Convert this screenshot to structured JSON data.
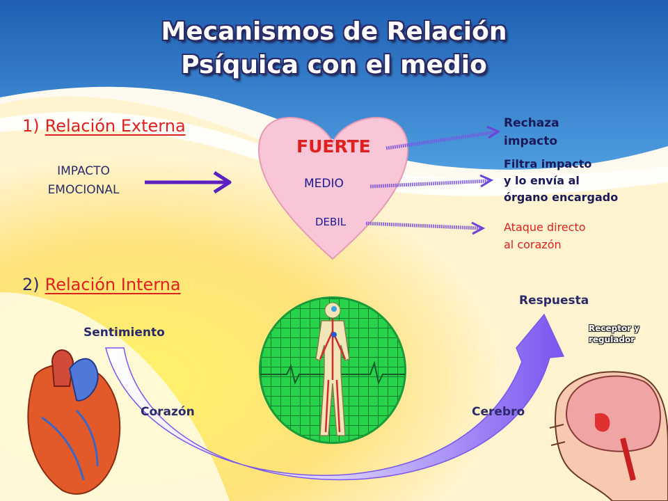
{
  "title": {
    "line1": "Mecanismos de Relación",
    "line2": "Psíquica con el medio"
  },
  "section1": {
    "number": "1)",
    "label": "Relación Externa"
  },
  "section2": {
    "number": "2)",
    "label": "Relación Interna"
  },
  "impact": {
    "line1": "IMPACTO",
    "line2": "EMOCIONAL"
  },
  "heart": {
    "strong": "FUERTE",
    "medium": "MEDIO",
    "weak": "DEBIL"
  },
  "outcomes": {
    "strong": {
      "line1": "Rechaza",
      "line2": "impacto"
    },
    "medium": {
      "line1": "Filtra impacto",
      "line2": "y lo envía al",
      "line3": "órgano encargado"
    },
    "weak": {
      "line1": "Ataque directo",
      "line2": "al corazón"
    }
  },
  "cycle": {
    "feeling": "Sentimiento",
    "heart": "Corazón",
    "brain": "Cerebro",
    "response": "Respuesta",
    "receptor": {
      "line1": "Receptor y",
      "line2": "regulador"
    }
  },
  "colors": {
    "red_text": "#e02020",
    "blue_text": "#1a1a90",
    "dark_text": "#2a2a6a",
    "arrow_purple": "#5a20c0",
    "heart_pink": "#f9c6d7"
  }
}
